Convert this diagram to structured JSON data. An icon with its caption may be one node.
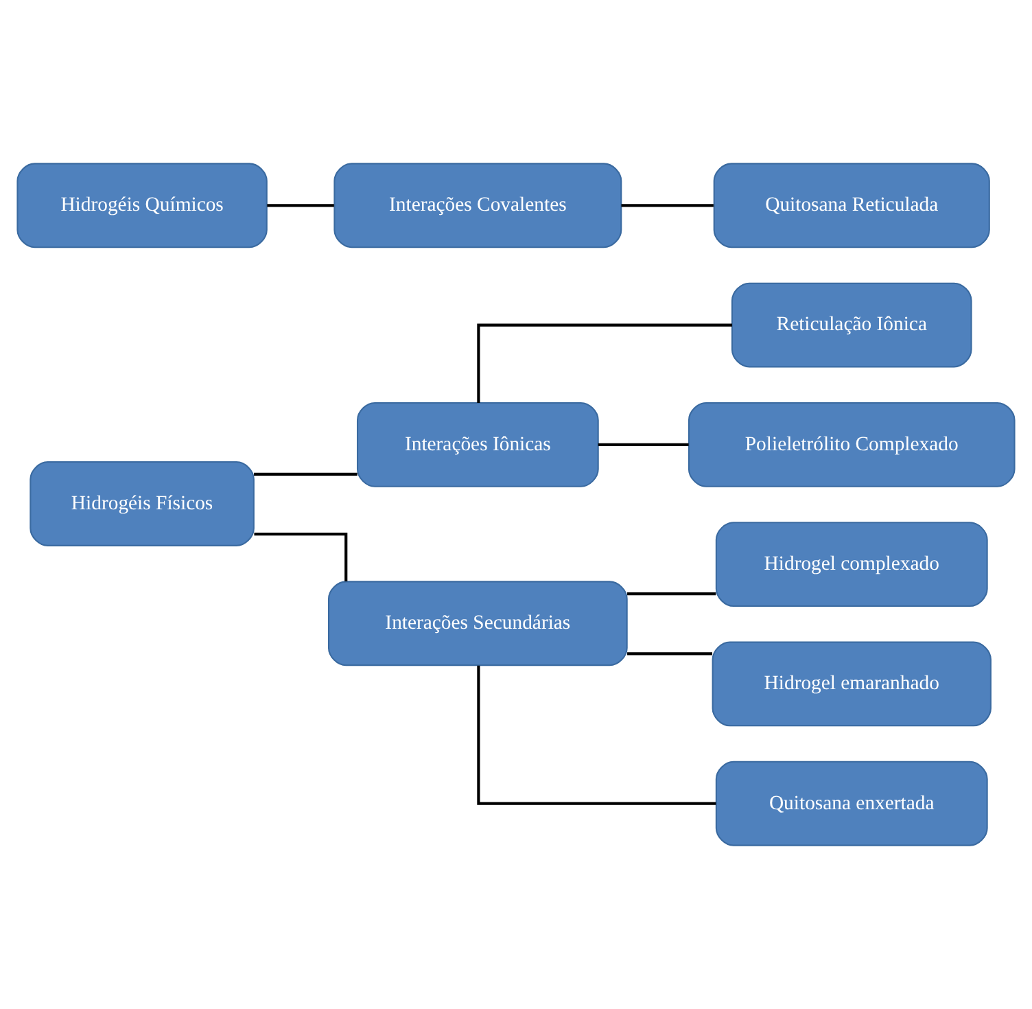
{
  "diagram": {
    "nodes": [
      {
        "text": [
          "Hidrogéis Físicos"
        ]
      },
      {
        "text": [
          "Interações Iônicas"
        ]
      },
      {
        "text": [
          "Reticulação Iônica"
        ]
      },
      {
        "text": [
          "Polieletrólito Complexado"
        ]
      },
      {
        "text": [
          "Interações Secundárias"
        ]
      },
      {
        "text": [
          "Hidrogel complexado"
        ]
      },
      {
        "text": [
          "Hidrogel emaranhado"
        ]
      },
      {
        "text": [
          "Quitosana enxertada"
        ]
      },
      {
        "text": [
          "Hidrogéis Químicos"
        ]
      },
      {
        "text": [
          "Interações Covalentes"
        ]
      },
      {
        "text": [
          "Quitosana Reticulada"
        ]
      }
    ],
    "edges": [
      {
        "from": 0,
        "to": 1,
        "arrow": "none"
      },
      {
        "from": 0,
        "to": 4,
        "arrow": "none"
      },
      {
        "from": 1,
        "to": 2,
        "arrow": "none"
      },
      {
        "from": 1,
        "to": 3,
        "arrow": "none"
      },
      {
        "from": 4,
        "to": 5,
        "arrow": "none"
      },
      {
        "from": 4,
        "to": 6,
        "arrow": "none"
      },
      {
        "from": 4,
        "to": 7,
        "arrow": "none"
      },
      {
        "from": 8,
        "to": 9,
        "arrow": "none"
      },
      {
        "from": 9,
        "to": 10,
        "arrow": "none"
      }
    ]
  }
}
